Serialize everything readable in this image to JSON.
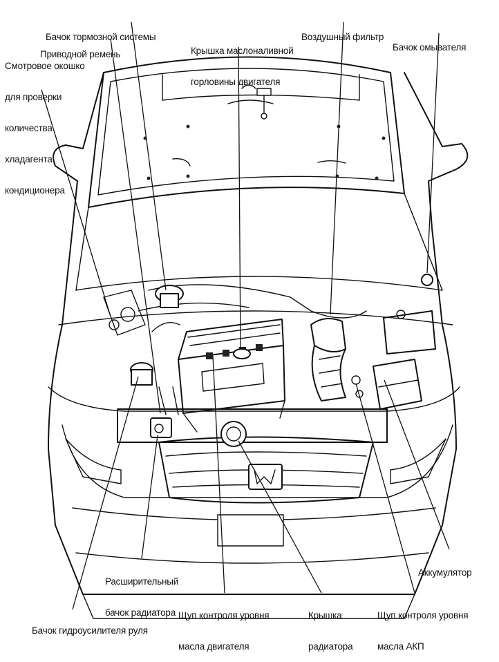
{
  "labels": {
    "brake_reservoir": "Бачок тормозной системы",
    "drive_belt": "Приводной ремень",
    "sight_glass": [
      "Смотровое окошко",
      "для проверки",
      "количества",
      "хладагента",
      "кондиционера"
    ],
    "oil_filler_cap": [
      "Крышка маслоналивной",
      "горловины двигателя"
    ],
    "air_filter": "Воздушный фильтр",
    "washer_reservoir": "Бачок омывателя",
    "battery": "Аккумулятор",
    "expansion_tank": [
      "Расширительный",
      "бачок радиатора"
    ],
    "engine_dipstick": [
      "Щуп контроля уровня",
      "масла двигателя"
    ],
    "radiator_cap": [
      "Крышка",
      "радиатора"
    ],
    "atf_dipstick": [
      "Щуп контроля уровня",
      "масла АКП"
    ],
    "power_steering_reservoir": "Бачок гидроусилителя руля"
  }
}
